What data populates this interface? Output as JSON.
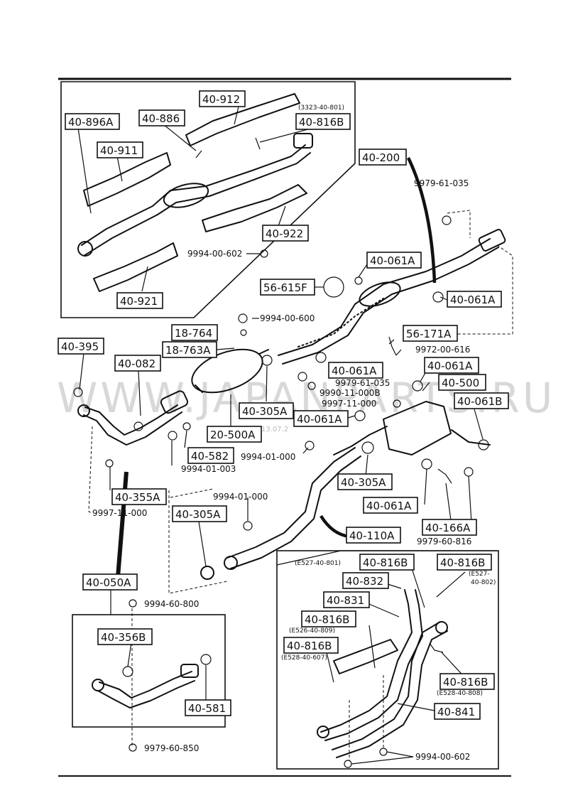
{
  "labels": {
    "l40_912": "40-912",
    "l40_896A": "40-896A",
    "l40_886": "40-886",
    "l40_816B_top": "40-816B",
    "l40_911": "40-911",
    "l40_200": "40-200",
    "l40_922": "40-922",
    "l40_921": "40-921",
    "l56_615F": "56-615F",
    "l40_061A_1": "40-061A",
    "l40_061A_2": "40-061A",
    "l18_764": "18-764",
    "l18_763A": "18-763A",
    "l40_395": "40-395",
    "l40_082": "40-082",
    "l56_171A": "56-171A",
    "l40_061A_3": "40-061A",
    "l40_061A_4": "40-061A",
    "l40_500": "40-500",
    "l40_061B": "40-061B",
    "l40_305A_1": "40-305A",
    "l40_061A_5": "40-061A",
    "l20_500A": "20-500A",
    "l40_582": "40-582",
    "l40_355A": "40-355A",
    "l40_305A_2": "40-305A",
    "l40_061A_6": "40-061A",
    "l40_166A": "40-166A",
    "l40_305A_3": "40-305A",
    "l40_110A": "40-110A",
    "l40_050A": "40-050A",
    "l40_816B_a": "40-816B",
    "l40_816B_b": "40-816B",
    "l40_832": "40-832",
    "l40_831": "40-831",
    "l40_816B_c": "40-816B",
    "l40_816B_d": "40-816B",
    "l40_816B_e": "40-816B",
    "l40_356B": "40-356B",
    "l40_581": "40-581",
    "l40_841": "40-841"
  },
  "notes": {
    "n3323_40_801": "(3323-40-801)",
    "n9979_61_035": "9979-61-035",
    "n9994_00_602_a": "9994-00-602",
    "n9994_00_600": "9994-00-600",
    "n9972_00_616": "9972-00-616",
    "n9979_61_035_b": "9979-61-035",
    "n9990_11_000B": "9990-11-000B",
    "n9997_11_000_a": "9997-11-000",
    "n9994_01_000_a": "9994-01-000",
    "n9994_01_003": "9994-01-003",
    "n9997_11_000_b": "9997-11-000",
    "n9994_01_000_b": "9994-01-000",
    "n9979_60_816": "9979-60-816",
    "nE527_40_801": "(E527-40-801)",
    "nE527_40_802a": "(E527-",
    "nE527_40_802b": "40-802)",
    "nE526_40_809": "(E526-40-809)",
    "nE528_40_607": "(E528-40-607)",
    "nE528_40_808": "(E528-40-808)",
    "n9994_60_800": "9994-60-800",
    "n9979_60_850": "9979-60-850",
    "n9994_00_602_b": "9994-00-602"
  },
  "watermark": "WWW.JAPANPARTS.RU",
  "stamp": "13.07.2"
}
